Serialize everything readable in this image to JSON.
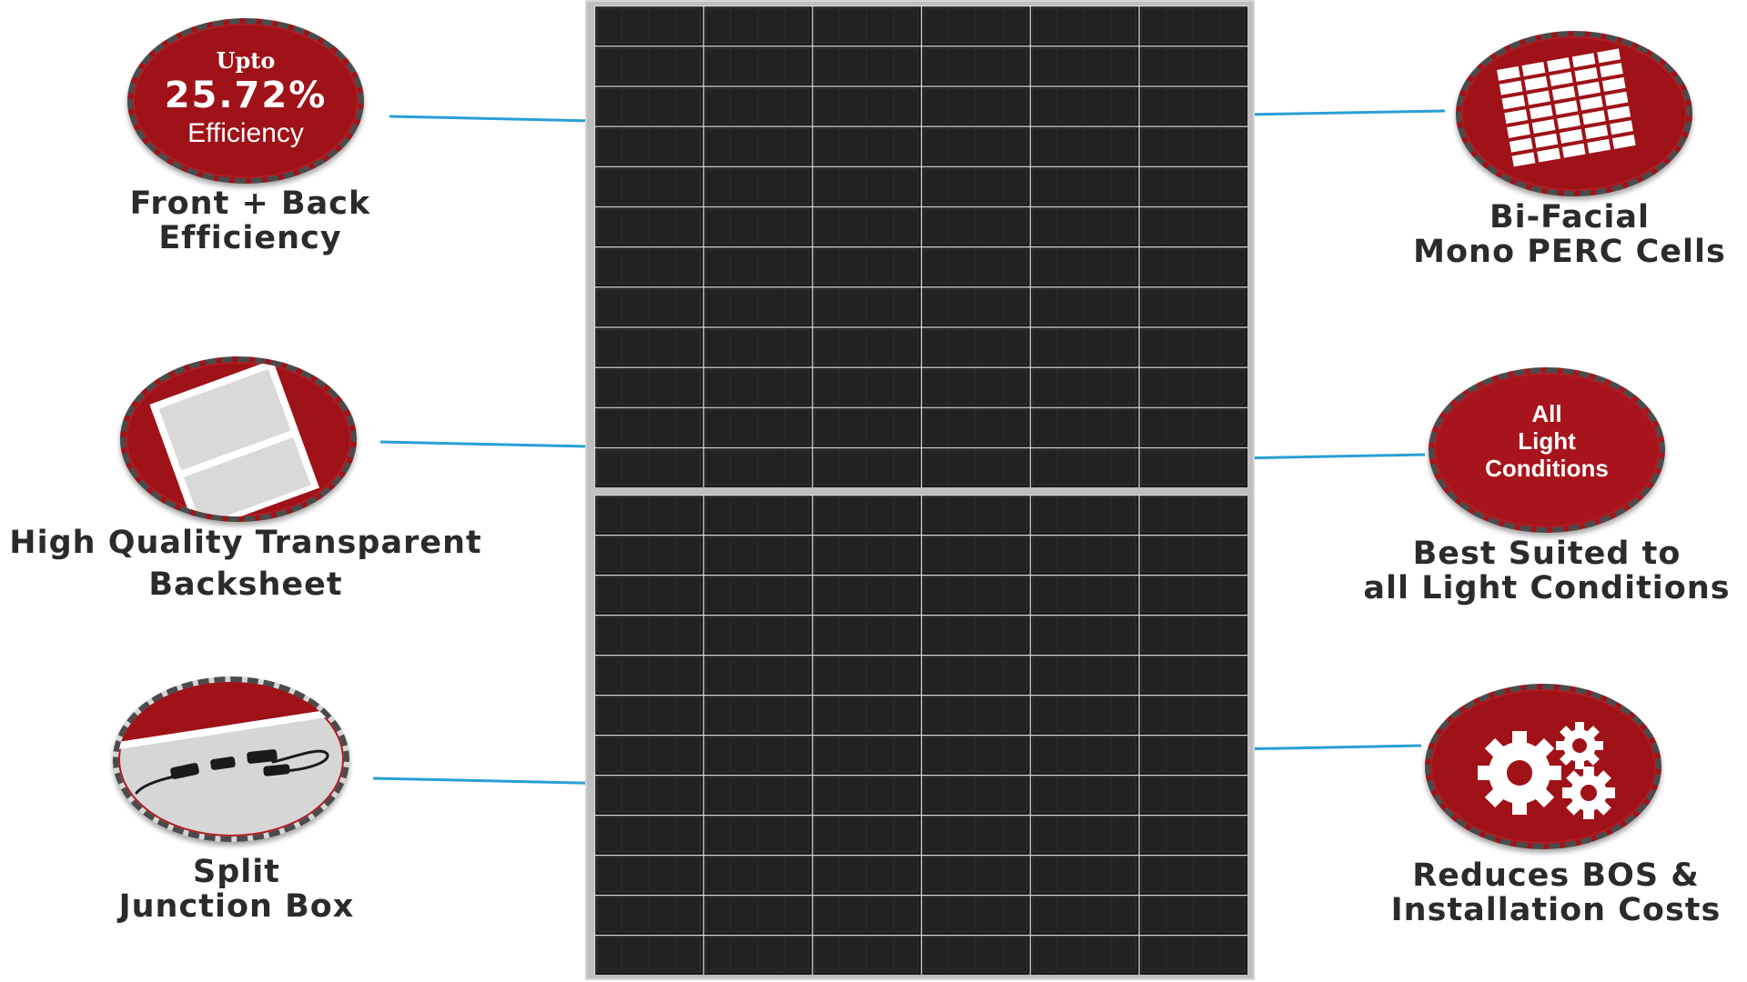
{
  "features": {
    "efficiency": {
      "badge_top": "Upto",
      "badge_value": "25.72%",
      "badge_bottom": "Efficiency",
      "caption_line1": "Front + Back",
      "caption_line2": "Efficiency"
    },
    "bifacial": {
      "caption_line1": "Bi-Facial",
      "caption_line2": "Mono PERC Cells"
    },
    "backsheet": {
      "caption_line1": "High Quality Transparent",
      "caption_line2": "Backsheet"
    },
    "light": {
      "badge_line1": "All",
      "badge_line2": "Light",
      "badge_line3": "Conditions",
      "caption_line1": "Best Suited to",
      "caption_line2": "all Light Conditions"
    },
    "junction": {
      "caption_line1": "Split",
      "caption_line2": "Junction Box"
    },
    "bos": {
      "caption_line1": "Reduces BOS &",
      "caption_line2": "Installation Costs"
    }
  },
  "colors": {
    "badge_red": "#9e1218",
    "connector_blue": "#2a9fd6",
    "caption_text": "#2b2b2b",
    "cell_black": "#1a1a1a"
  }
}
